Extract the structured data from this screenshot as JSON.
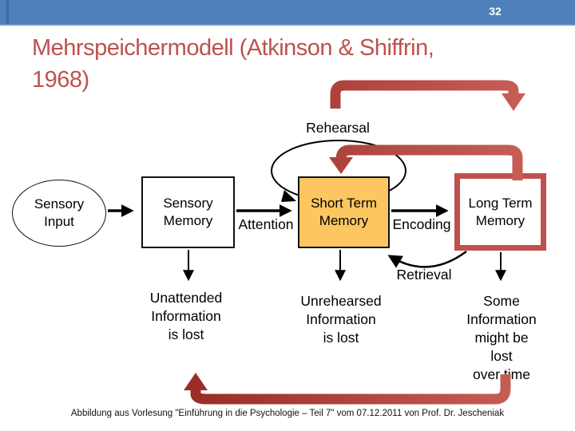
{
  "header": {
    "page_number": "32"
  },
  "title": {
    "line1": "Mehrspeichermodell (Atkinson & Shiffrin,",
    "line2": "1968)"
  },
  "diagram": {
    "nodes": {
      "sensory_input": "Sensory\nInput",
      "sensory_memory": "Sensory\nMemory",
      "short_term_memory": "Short Term\nMemory",
      "long_term_memory": "Long Term\nMemory"
    },
    "labels": {
      "rehearsal": "Rehearsal",
      "attention": "Attention",
      "encoding": "Encoding",
      "retrieval": "Retrieval"
    },
    "outcomes": {
      "unattended": "Unattended\nInformation\nis lost",
      "unrehearsed": "Unrehearsed\nInformation\nis lost",
      "some": "Some\nInformation\nmight be lost\nover time"
    },
    "colors": {
      "header_bar": "#4e80bc",
      "title_text": "#bc524d",
      "stm_fill": "#fcc660",
      "ltm_border": "#c0504d",
      "red_arrow_dark": "#992e27",
      "red_arrow_light": "#c75f57",
      "diagram_black": "#000000"
    }
  },
  "footer": {
    "caption": "Abbildung aus Vorlesung \"Einführung in die Psychologie – Teil 7\" vom 07.12.2011 von Prof. Dr. Jescheniak"
  }
}
